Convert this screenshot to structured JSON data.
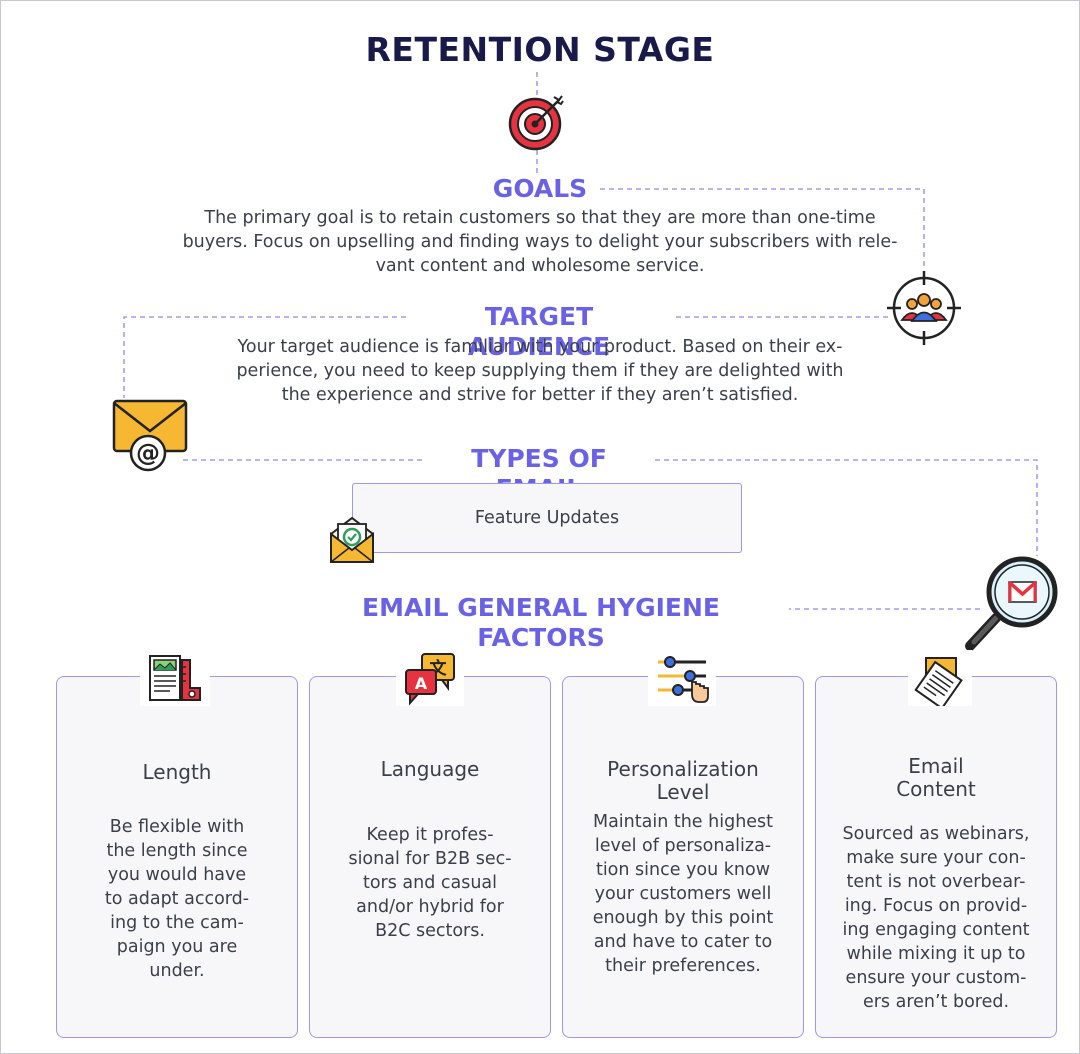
{
  "title": "RETENTION STAGE",
  "goals": {
    "heading": "GOALS",
    "lines": [
      "The primary goal is to retain customers so that they are more than one-time",
      "buyers. Focus on upselling and finding ways to delight your subscribers with rele-",
      "vant content and wholesome service."
    ]
  },
  "audience": {
    "heading": "TARGET AUDIENCE",
    "lines": [
      "Your target audience is familiar with your product. Based on their ex-",
      "perience, you need to keep supplying them if they are delighted with",
      "the experience and strive for better if they aren’t satisfied."
    ]
  },
  "types": {
    "heading": "TYPES OF EMAIL",
    "item": "Feature Updates"
  },
  "hygiene": {
    "heading": "EMAIL GENERAL HYGIENE FACTORS",
    "cards": [
      {
        "icon": "ruler-document-icon",
        "title_lines": [
          "Length"
        ],
        "lines": [
          "Be flexible with",
          "the length since",
          "you would have",
          "to adapt accord-",
          "ing to the cam-",
          "paign you are",
          "under."
        ]
      },
      {
        "icon": "translate-icon",
        "title_lines": [
          "Language"
        ],
        "lines": [
          "Keep it profes-",
          "sional for B2B sec-",
          "tors and casual",
          "and/or hybrid for",
          "B2C sectors."
        ]
      },
      {
        "icon": "sliders-icon",
        "title_lines": [
          "Personalization",
          "Level"
        ],
        "lines": [
          "Maintain the highest",
          "level of personaliza-",
          "tion since you know",
          "your customers well",
          "enough by this point",
          "and have to cater to",
          "their preferences."
        ]
      },
      {
        "icon": "documents-icon",
        "title_lines": [
          "Email",
          "Content"
        ],
        "lines": [
          "Sourced as webinars,",
          "make sure your con-",
          "tent is not overbear-",
          "ing. Focus on provid-",
          "ing engaging content",
          "while mixing it up to",
          "ensure your custom-",
          "ers aren’t bored."
        ]
      }
    ]
  },
  "colors": {
    "accent": "#6a62e6",
    "title": "#1a1a4a",
    "text": "#3a3f4a",
    "border": "#9d97ee"
  }
}
